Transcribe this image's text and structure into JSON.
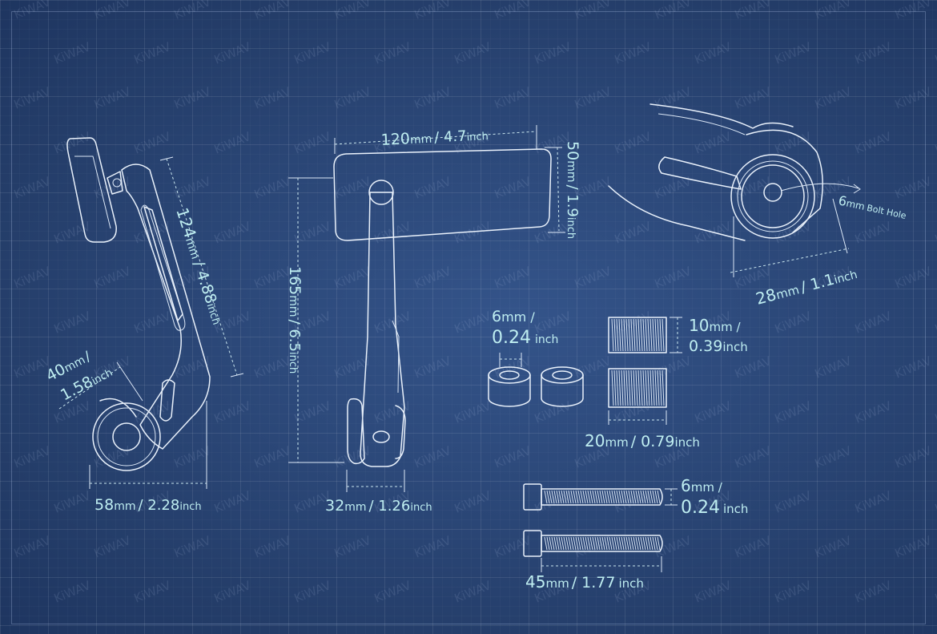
{
  "brand_watermark": "KiWAV",
  "colors": {
    "background": "#2a4573",
    "line": "#e9f1fb",
    "dimension_text": "#bfeef1"
  },
  "side_view": {
    "height": {
      "a": "124",
      "b": "mm",
      "c": "/ 4.88",
      "d": "inch"
    },
    "reach": {
      "a": "40",
      "b": "mm",
      "c": "/",
      "d": "1.58",
      "e": "inch"
    },
    "width": {
      "a": "58",
      "b": "mm",
      "c": "/ 2.28",
      "d": "inch"
    }
  },
  "front_view": {
    "mirror_width": {
      "a": "120",
      "b": "mm",
      "c": "/ 4.7",
      "d": "inch"
    },
    "mirror_height": {
      "a": "50",
      "b": "mm",
      "c": "/ 1.9",
      "d": "inch"
    },
    "total_height": {
      "a": "165",
      "b": "mm",
      "c": "/ 6.5",
      "d": "inch"
    },
    "base_width": {
      "a": "32",
      "b": "mm",
      "c": "/ 1.26",
      "d": "inch"
    }
  },
  "clamp_detail": {
    "bolt_hole": {
      "a": "6",
      "b": "mm",
      "c": "Bolt Hole"
    },
    "diameter": {
      "a": "28",
      "b": "mm",
      "c": "/ 1.1",
      "d": "inch"
    }
  },
  "spacer": {
    "a": "6",
    "b": "mm /",
    "c": "0.24",
    "d": "inch"
  },
  "threaded_insert": {
    "diameter": {
      "a": "10",
      "b": "mm /",
      "c": "0.39",
      "d": "inch"
    },
    "length": {
      "a": "20",
      "b": "mm",
      "c": "/ 0.79",
      "d": "inch"
    }
  },
  "bolt": {
    "diameter": {
      "a": "6",
      "b": "mm /",
      "c": "0.24",
      "d": "inch"
    },
    "length": {
      "a": "45",
      "b": "mm",
      "c": "/ 1.77",
      "d": "inch"
    }
  }
}
